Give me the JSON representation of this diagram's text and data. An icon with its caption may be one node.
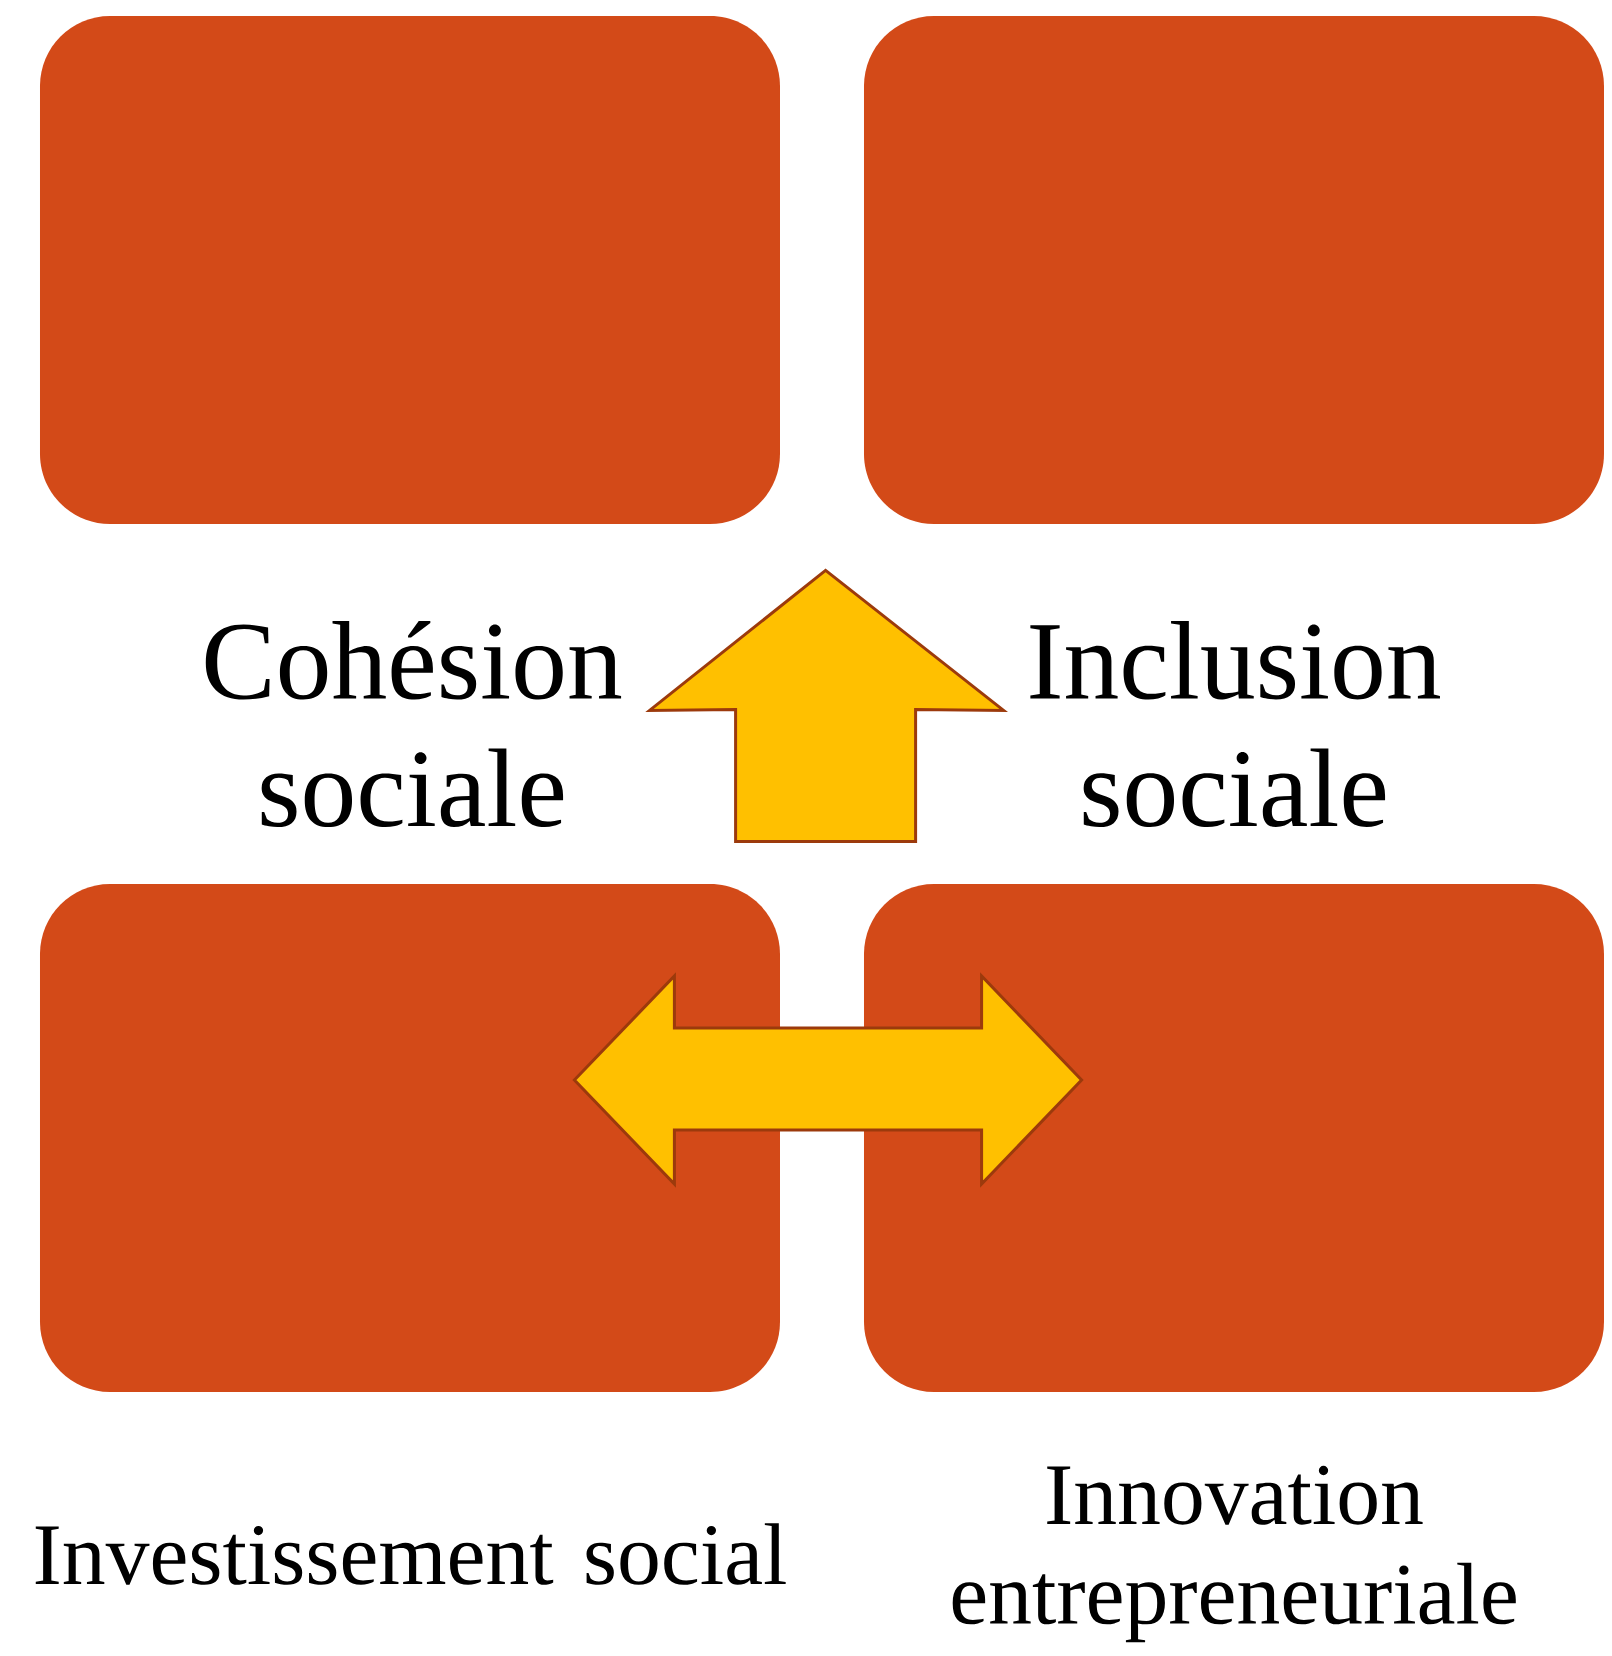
{
  "diagram": {
    "nodes": [
      {
        "text": [],
        "shape": "box"
      },
      {
        "text": [],
        "shape": "box"
      },
      {
        "text": [
          "Investissement social"
        ]
      },
      {
        "text": [
          "Innovation entrepreneuriale"
        ]
      }
    ],
    "edges": [
      {
        "from": 2,
        "to": 3,
        "arrow": "both"
      },
      {
        "from": 3,
        "to": 1,
        "arrow": "to"
      }
    ],
    "labels": [
      "Cohésion sociale",
      "Inclusion sociale"
    ]
  }
}
